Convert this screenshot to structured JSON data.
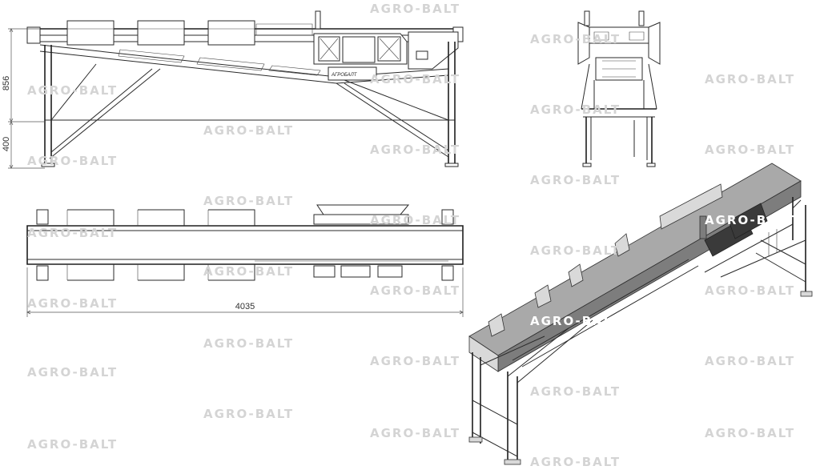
{
  "dimensions": {
    "height_upper": "856",
    "height_lower": "400",
    "length": "4035"
  },
  "brand_plate": "АГРОБАЛТ",
  "watermark": "AGRO-BALT",
  "colors": {
    "line": "#2a2a2a",
    "watermark": "#d4d4d4",
    "belt_dark": "#7d7d7d",
    "background": "#ffffff"
  }
}
